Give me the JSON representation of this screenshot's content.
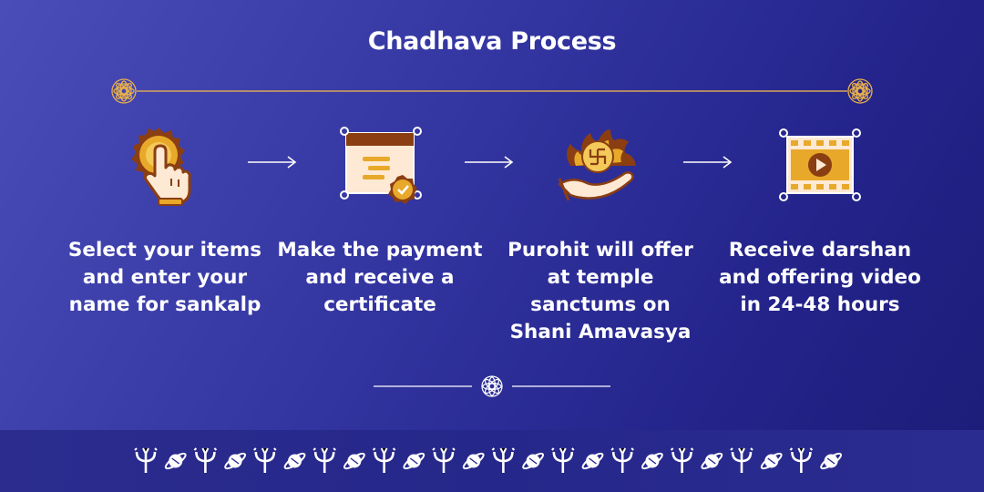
{
  "title": "Chadhava Process",
  "colors": {
    "gold": "#e8a92a",
    "gold_light": "#f3c95a",
    "brown": "#8a3e12",
    "cream": "#fde9d4",
    "line": "#d9a55a"
  },
  "steps": [
    {
      "icon": "hand-pointer-icon",
      "lines": [
        "Select your items",
        "and enter your",
        "name for sankalp"
      ]
    },
    {
      "icon": "certificate-icon",
      "lines": [
        "Make the payment",
        "and receive a",
        "certificate"
      ]
    },
    {
      "icon": "offering-hand-icon",
      "lines": [
        "Purohit will offer",
        "at temple",
        "sanctums on",
        "Shani Amavasya"
      ]
    },
    {
      "icon": "video-play-icon",
      "lines": [
        "Receive darshan",
        "and offering video",
        "in 24-48 hours"
      ]
    }
  ],
  "band_icons": [
    "trishul-icon",
    "saturn-icon"
  ]
}
